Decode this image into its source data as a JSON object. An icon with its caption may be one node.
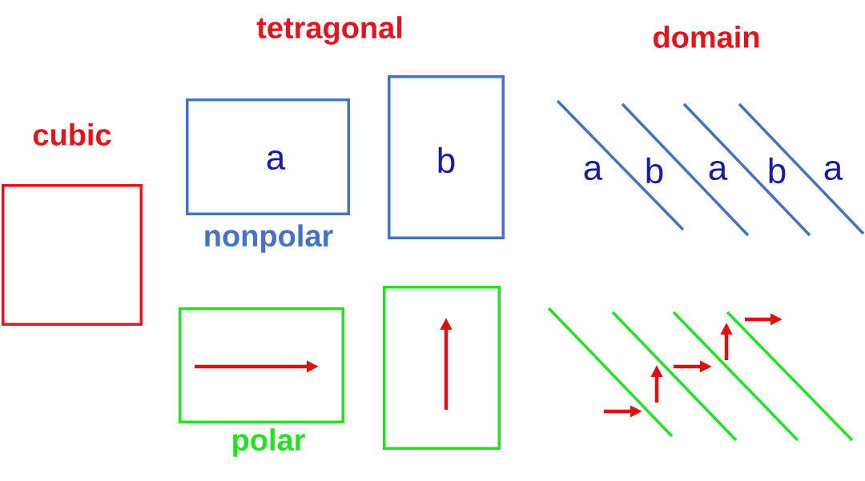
{
  "diagram": {
    "nodes": [
      {
        "text": [
          "cubic"
        ]
      },
      {
        "text": [
          "a"
        ],
        "beside": [
          "nonpolar"
        ]
      },
      {
        "text": [
          "b"
        ]
      },
      {
        "text": [],
        "shape": "box",
        "beside": [
          "polar"
        ]
      },
      {
        "text": [],
        "shape": "box"
      }
    ],
    "labels": [
      "tetragonal",
      "domain",
      "a",
      "b",
      "a",
      "b",
      "a"
    ]
  }
}
